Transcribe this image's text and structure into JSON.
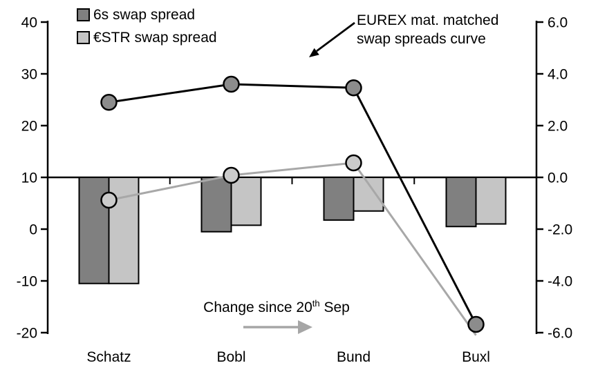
{
  "chart": {
    "legend": {
      "items": [
        {
          "label": "6s swap spread",
          "swatch": "#808080"
        },
        {
          "label": "€STR swap spread",
          "swatch": "#c5c5c5"
        }
      ]
    },
    "annotations": {
      "curve": {
        "line1": "EUREX mat. matched",
        "line2": "swap spreads curve"
      },
      "change": {
        "prefix": "Change since 20",
        "sup": "th",
        "suffix": " Sep"
      }
    },
    "colors": {
      "bar_dark": "#808080",
      "bar_light": "#c5c5c5",
      "line_dark": "#000000",
      "line_gray": "#a8a8a8",
      "marker_dark_fill": "#8c8c8c",
      "marker_light_fill": "#cbcbcb",
      "arrow_gray": "#a6a6a6",
      "axis_black": "#000000"
    }
  },
  "chart_data": {
    "type": "combo_bar_line",
    "categories": [
      "Schatz",
      "Bobl",
      "Bund",
      "Buxl"
    ],
    "bar_series": [
      {
        "name": "6s swap spread",
        "key": "6s",
        "axis": "right",
        "color_ref": "bar_dark",
        "values": [
          -4.1,
          -2.1,
          -1.65,
          -1.9
        ]
      },
      {
        "name": "€STR swap spread",
        "key": "estr",
        "axis": "right",
        "color_ref": "bar_light",
        "values": [
          -4.1,
          -1.85,
          -1.3,
          -1.8
        ]
      }
    ],
    "line_series": [
      {
        "name": "6s swap spread curve",
        "key": "6s-curve",
        "axis": "left",
        "color_ref": "line_dark",
        "marker_ref": "marker_dark_fill",
        "values": [
          24.5,
          28.0,
          27.3,
          -18.4
        ]
      },
      {
        "name": "€STR swap spread curve",
        "key": "estr-curve",
        "axis": "left",
        "color_ref": "line_gray",
        "marker_ref": "marker_light_fill",
        "values": [
          5.6,
          10.4,
          12.8,
          -20.5
        ],
        "last_marker_hidden": true
      }
    ],
    "left_axis": {
      "min": -20,
      "max": 40,
      "tick_step": 10,
      "tick_labels": [
        "40",
        "30",
        "20",
        "10",
        "0",
        "-10",
        "-20"
      ]
    },
    "right_axis": {
      "min": -6.0,
      "max": 6.0,
      "tick_step": 2.0,
      "tick_labels": [
        "6.0",
        "4.0",
        "2.0",
        "0.0",
        "-2.0",
        "-4.0",
        "-6.0"
      ]
    },
    "x_axis_crosses_at_right_value": 0.0,
    "legend_position": "top-left",
    "grid": false,
    "annotations": [
      "EUREX mat. matched swap spreads curve",
      "Change since 20th Sep"
    ]
  }
}
